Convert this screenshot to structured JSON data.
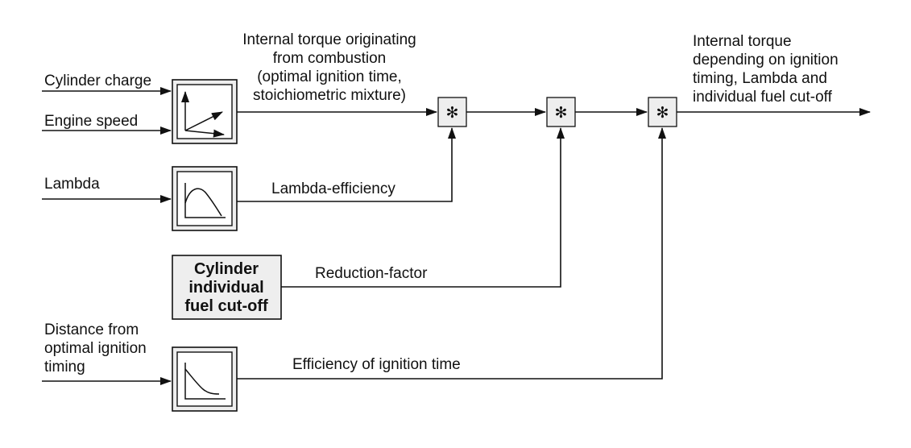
{
  "inputs": {
    "cylinder_charge": "Cylinder charge",
    "engine_speed": "Engine speed",
    "lambda": "Lambda",
    "distance_line1": "Distance from",
    "distance_line2": "optimal ignition",
    "distance_line3": "timing"
  },
  "labels": {
    "internal_torque_line1": "Internal torque originating",
    "internal_torque_line2": "from combustion",
    "internal_torque_line3": "(optimal ignition time,",
    "internal_torque_line4": "stoichiometric mixture)",
    "lambda_efficiency": "Lambda-efficiency",
    "reduction_factor": "Reduction-factor",
    "efficiency_ignition": "Efficiency of ignition time"
  },
  "blocks": {
    "cutoff_line1": "Cylinder",
    "cutoff_line2": "individual",
    "cutoff_line3": "fuel cut-off"
  },
  "multiplier_symbol": "✻",
  "output": {
    "line1": "Internal torque",
    "line2": "depending on ignition",
    "line3": "timing, Lambda and",
    "line4": "individual fuel cut-off"
  }
}
